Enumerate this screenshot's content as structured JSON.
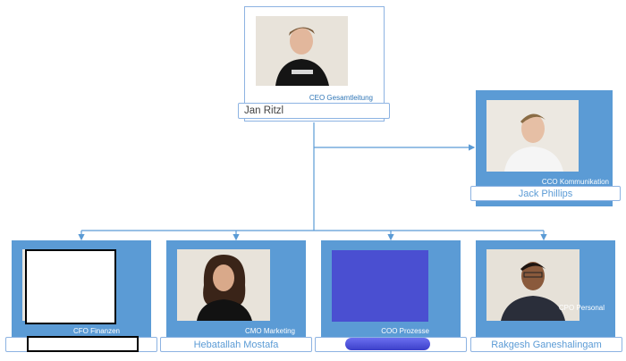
{
  "chart": {
    "nodes": [
      {
        "id": "jan",
        "role": "CEO Gesamtleitung",
        "name": "Jan Ritzl"
      },
      {
        "id": "jack",
        "role": "CCO Kommunikation",
        "name": "Jack Phillips"
      },
      {
        "id": "cfo",
        "role": "CFO Finanzen",
        "name": ""
      },
      {
        "id": "hebatallah",
        "role": "CMO Marketing",
        "name": "Hebatallah Mostafa"
      },
      {
        "id": "coo",
        "role": "COO Prozesse",
        "name": ""
      },
      {
        "id": "rakgesh",
        "role": "CPO Personal",
        "name": "Rakgesh Ganeshalingam"
      }
    ]
  },
  "colors": {
    "card": "#5b9bd5",
    "connector": "#5b9bd5",
    "redaction_blue": "#4a4fd1"
  }
}
